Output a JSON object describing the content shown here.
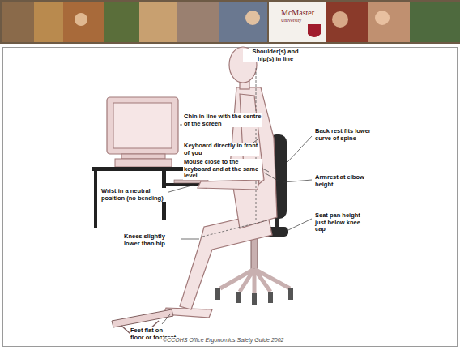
{
  "diagram": {
    "labels": [
      "McMaster",
      "University",
      "Shoulder(s) and hip(s) in line",
      "Chin in line with the centre of the screen",
      "Keyboard directly in front of you",
      "Mouse close to the keyboard and at the same level",
      "Wrist in a neutral position (no bending)",
      "Knees slightly lower than hip",
      "Feet flat on floor or footrest",
      "Back rest fits lower curve of spine",
      "Armrest at elbow height",
      "Seat pan height just below knee cap",
      "©CCOHS Office Ergonomics Safety Guide 2002"
    ]
  }
}
